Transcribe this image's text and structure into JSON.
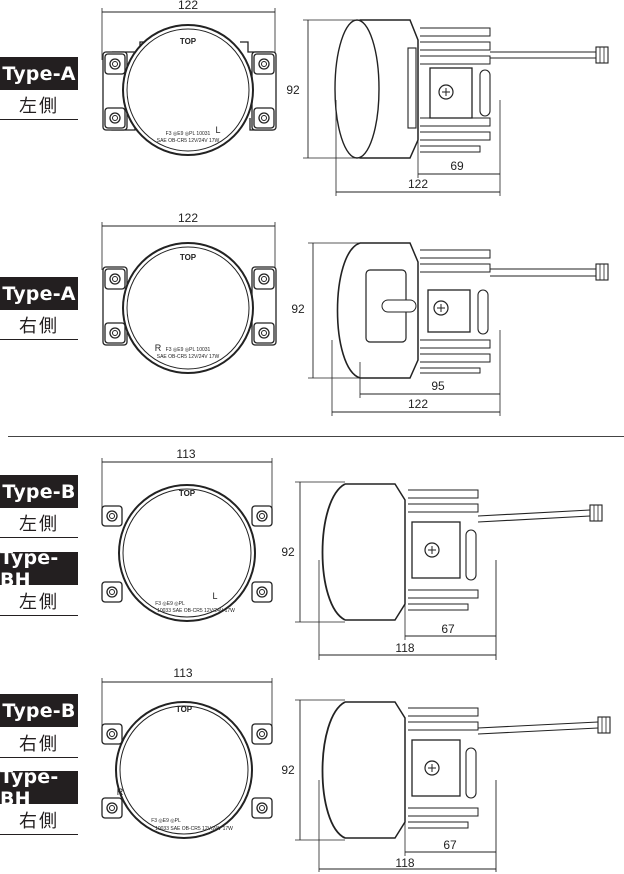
{
  "sections": [
    {
      "labels": [
        {
          "type": "Type-A",
          "side": "左側"
        }
      ],
      "front": {
        "width": "122",
        "marks": {
          "top": "TOP",
          "lr": "L",
          "line1": "F3 ◎E9 ◎PL 10031",
          "line2": "SAE OB-CR5 12V/24V 17W"
        }
      },
      "side": {
        "height": "92",
        "depth_inner": "69",
        "depth_total": "122"
      }
    },
    {
      "labels": [
        {
          "type": "Type-A",
          "side": "右側"
        }
      ],
      "front": {
        "width": "122",
        "marks": {
          "top": "TOP",
          "lr": "R",
          "line1": "F3 ◎E9 ◎PL 10031",
          "line2": "SAE OB-CR5 12V/24V 17W"
        }
      },
      "side": {
        "height": "92",
        "depth_inner": "95",
        "depth_total": "122"
      }
    },
    {
      "labels": [
        {
          "type": "Type-B",
          "side": "左側"
        },
        {
          "type": "Type-BH",
          "side": "左側"
        }
      ],
      "front": {
        "width": "113",
        "marks": {
          "top": "TOP",
          "lr": "L",
          "line1": "F3 ◎E9 ◎PL",
          "line2": "10033 SAE OB-CR5 12V/24V 17W"
        }
      },
      "side": {
        "height": "92",
        "depth_inner": "67",
        "depth_total": "118"
      }
    },
    {
      "labels": [
        {
          "type": "Type-B",
          "side": "右側"
        },
        {
          "type": "Type-BH",
          "side": "右側"
        }
      ],
      "front": {
        "width": "113",
        "marks": {
          "top": "TOP",
          "lr": "R",
          "line1": "F3 ◎E9 ◎PL",
          "line2": "10033 SAE OB-CR5 12V/24V 17W"
        }
      },
      "side": {
        "height": "92",
        "depth_inner": "67",
        "depth_total": "118"
      }
    }
  ]
}
